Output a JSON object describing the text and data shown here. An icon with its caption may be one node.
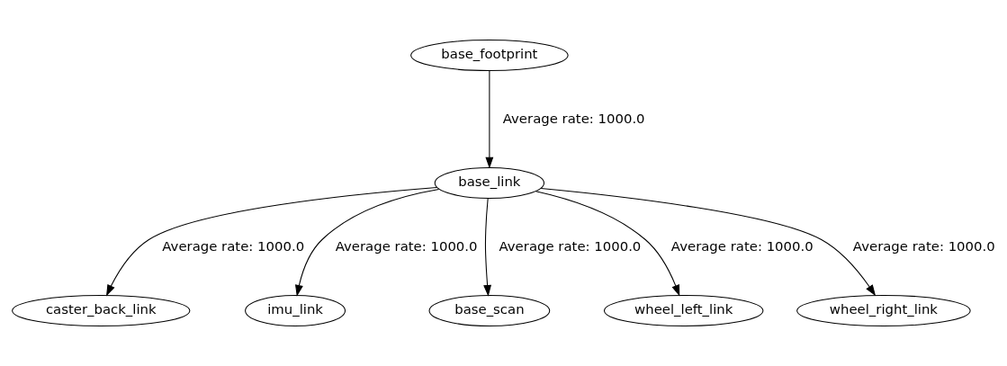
{
  "diagram": {
    "nodes": [
      {
        "text": [
          "base_footprint"
        ]
      },
      {
        "text": [
          "base_link"
        ]
      },
      {
        "text": [
          "caster_back_link"
        ]
      },
      {
        "text": [
          "imu_link"
        ]
      },
      {
        "text": [
          "base_scan"
        ]
      },
      {
        "text": [
          "wheel_left_link"
        ]
      },
      {
        "text": [
          "wheel_right_link"
        ]
      }
    ],
    "edges": [
      {
        "from": 0,
        "to": 1,
        "arrow": "to",
        "label": "Average rate: 1000.0"
      },
      {
        "from": 1,
        "to": 2,
        "arrow": "to",
        "label": "Average rate: 1000.0"
      },
      {
        "from": 1,
        "to": 3,
        "arrow": "to",
        "label": "Average rate: 1000.0"
      },
      {
        "from": 1,
        "to": 4,
        "arrow": "to",
        "label": "Average rate: 1000.0"
      },
      {
        "from": 1,
        "to": 5,
        "arrow": "to",
        "label": "Average rate: 1000.0"
      },
      {
        "from": 1,
        "to": 6,
        "arrow": "to",
        "label": "Average rate: 1000.0"
      }
    ]
  }
}
